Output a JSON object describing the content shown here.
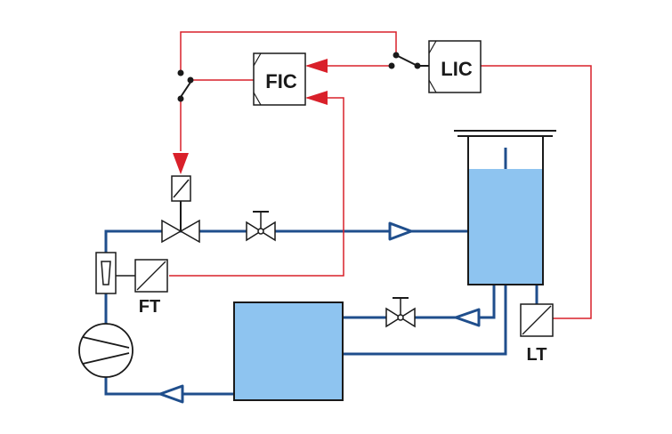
{
  "labels": {
    "fic": "FIC",
    "lic": "LIC",
    "ft": "FT",
    "lt": "LT"
  },
  "colors": {
    "process_line": "#1f4e8c",
    "signal_line": "#d9202a",
    "liquid": "#8ec4f0",
    "outline": "#1a1a1a",
    "background": "#ffffff"
  },
  "icons": [
    "flow-indicator-controller-icon",
    "level-indicator-controller-icon",
    "flow-transmitter-icon",
    "level-transmitter-icon",
    "control-valve-icon",
    "manual-valve-icon",
    "pump-icon",
    "rotameter-icon",
    "switch-icon",
    "flow-arrow-icon"
  ]
}
